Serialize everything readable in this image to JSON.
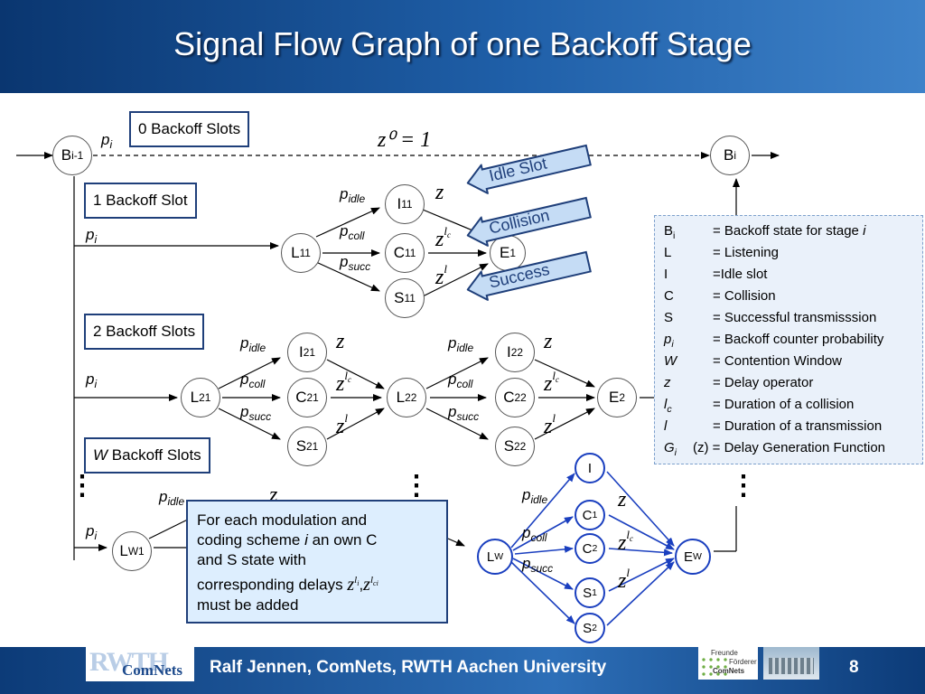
{
  "title": "Signal Flow Graph of one Backoff Stage",
  "footer": {
    "text": "Ralf Jennen, ComNets, RWTH Aachen University",
    "page": "8",
    "logo_rwth": "RWTH",
    "logo_comnets": "ComNets",
    "logo_friends_1": "Freunde",
    "logo_friends_2": "Förderer",
    "logo_friends_3": "ComNets"
  },
  "boxes": {
    "b0": "0 Backoff Slots",
    "b1": "1 Backoff Slot",
    "b2": "2 Backoff Slots",
    "bw_italic": "W",
    "bw_rest": " Backoff Slots"
  },
  "callouts": {
    "idle": "Idle Slot",
    "collision": "Collision",
    "success": "Success"
  },
  "formula_top": "z⁰ = 1",
  "nodes": {
    "b_prev": "B",
    "b_prev_sub": "i-1",
    "b_curr": "B",
    "b_curr_sub": "i",
    "l11": "L",
    "l11_sub": "11",
    "i11": "I",
    "i11_sub": "11",
    "c11": "C",
    "c11_sub": "11",
    "s11": "S",
    "s11_sub": "11",
    "e1": "E",
    "e1_sub": "1",
    "l21": "L",
    "l21_sub": "21",
    "i21": "I",
    "i21_sub": "21",
    "c21": "C",
    "c21_sub": "21",
    "s21": "S",
    "s21_sub": "21",
    "l22": "L",
    "l22_sub": "22",
    "i22": "I",
    "i22_sub": "22",
    "c22": "C",
    "c22_sub": "22",
    "s22": "S",
    "s22_sub": "22",
    "e2": "E",
    "e2_sub": "2",
    "lw1": "L",
    "lw1_sub": "W1",
    "lw": "L",
    "lw_sub": "W",
    "ew": "E",
    "ew_sub": "W",
    "i_w": "I",
    "c1": "C",
    "c1_sub": "1",
    "c2": "C",
    "c2_sub": "2",
    "s1": "S",
    "s1_sub": "1",
    "s2": "S",
    "s2_sub": "2"
  },
  "labels": {
    "p": "p",
    "idle": "idle",
    "coll": "coll",
    "succ": "succ",
    "i": "i",
    "z": "z",
    "l": "l",
    "lc": "c",
    "dots": "⋮"
  },
  "legend": [
    {
      "key": "B",
      "key_sub": "i",
      "value": "= Backoff state for stage ",
      "value_italic": "i"
    },
    {
      "key": "L",
      "key_sub": "",
      "value": "= Listening",
      "value_italic": ""
    },
    {
      "key": " I",
      "key_sub": "",
      "value": "=Idle slot",
      "value_italic": ""
    },
    {
      "key": "C",
      "key_sub": "",
      "value": "= Collision",
      "value_italic": ""
    },
    {
      "key": "S",
      "key_sub": "",
      "value": "= Successful transmisssion",
      "value_italic": ""
    },
    {
      "key": "p",
      "key_sub": "i",
      "value": "= Backoff counter probability",
      "value_italic": ""
    },
    {
      "key": "W",
      "key_sub": "",
      "value": "= Contention Window",
      "value_italic": ""
    },
    {
      "key": "z",
      "key_sub": "",
      "value": "= Delay operator",
      "value_italic": ""
    },
    {
      "key": "l",
      "key_sub": "c",
      "value": "= Duration of a collision",
      "value_italic": ""
    },
    {
      "key": "l",
      "key_sub": "",
      "value": "= Duration of a transmission",
      "value_italic": ""
    },
    {
      "key": "G",
      "key_sub": "i",
      "value": "(z) = Delay Generation Function",
      "value_italic": ""
    }
  ],
  "note": {
    "line1": "For each modulation and",
    "line2a": "coding scheme ",
    "line2i": "i",
    "line2b": " an own C",
    "line3": "and S state with",
    "line4": "corresponding delays",
    "line5": "must be added",
    "sep": ",",
    "li": "l",
    "li_sub": "i",
    "lci": "l",
    "lci_sub": "ci"
  },
  "colors": {
    "accent": "#1f3f7a",
    "blue_node": "#1a3fbf",
    "note_bg": "#ddeefe",
    "legend_bg": "#eaf1fa"
  }
}
